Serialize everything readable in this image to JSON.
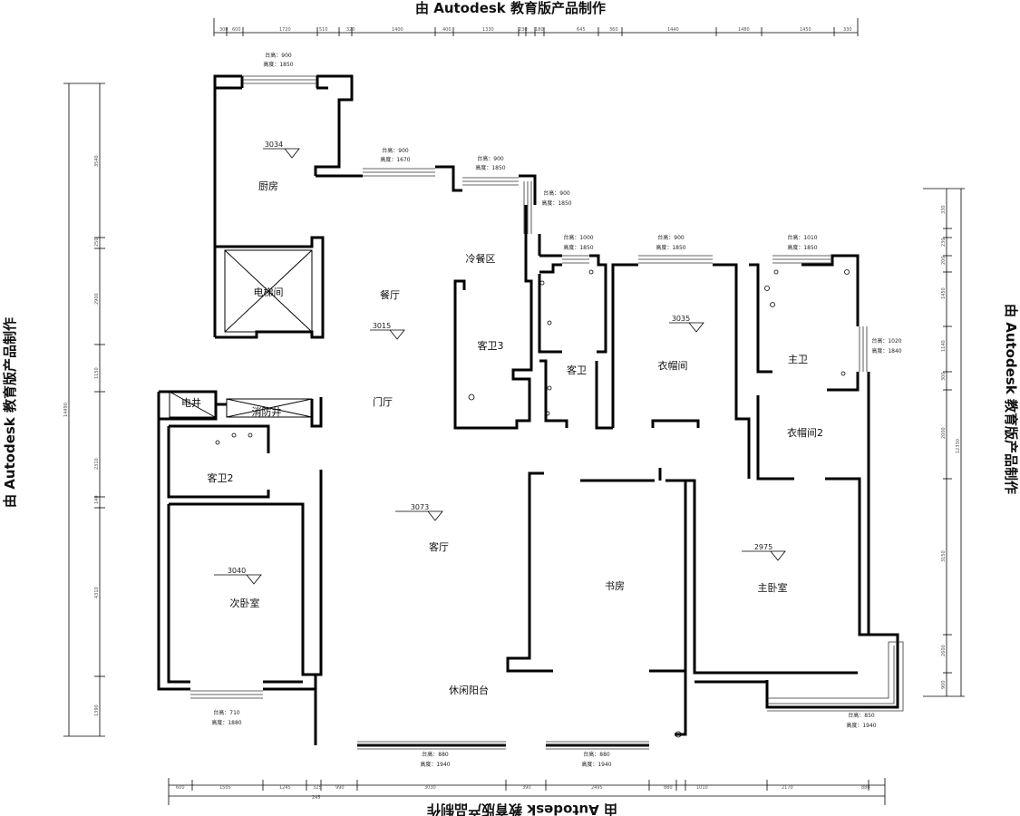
{
  "watermark": "由 Autodesk 教育版产品制作",
  "rooms": [
    {
      "label": "厨房"
    },
    {
      "label": "电梯间"
    },
    {
      "label": "餐厅"
    },
    {
      "label": "冷餐区"
    },
    {
      "label": "客卫3"
    },
    {
      "label": "客卫"
    },
    {
      "label": "衣帽间"
    },
    {
      "label": "主卫"
    },
    {
      "label": "衣帽间2"
    },
    {
      "label": "电井"
    },
    {
      "label": "消防井"
    },
    {
      "label": "门厅"
    },
    {
      "label": "客卫2"
    },
    {
      "label": "次卧室"
    },
    {
      "label": "客厅"
    },
    {
      "label": "书房"
    },
    {
      "label": "主卧室"
    },
    {
      "label": "休闲阳台"
    }
  ],
  "elevations": [
    "3034",
    "3015",
    "3035",
    "3073",
    "3040",
    "2975"
  ],
  "windows": [
    {
      "sill": "台高：900",
      "height": "高度：1850"
    },
    {
      "sill": "台高：900",
      "height": "高度：1670"
    },
    {
      "sill": "台高：900",
      "height": "高度：1850"
    },
    {
      "sill": "台高：900",
      "height": "高度：1850"
    },
    {
      "sill": "台高：1000",
      "height": "高度：1850"
    },
    {
      "sill": "台高：900",
      "height": "高度：1850"
    },
    {
      "sill": "台高：1010",
      "height": "高度：1850"
    },
    {
      "sill": "台高：1020",
      "height": "高度：1840"
    },
    {
      "sill": "台高：710",
      "height": "高度：1880"
    },
    {
      "sill": "台高：850",
      "height": "高度：1940"
    },
    {
      "sill": "台高：880",
      "height": "高度：1940"
    },
    {
      "sill": "台高：880",
      "height": "高度：1940"
    }
  ],
  "dimensions": {
    "top": [
      "300",
      "600",
      "1720",
      "510",
      "320",
      "1400",
      "400",
      "1330",
      "230",
      "180",
      "645",
      "360",
      "1440",
      "1480",
      "1450",
      "330"
    ],
    "bottom": [
      "600",
      "1505",
      "1245",
      "325",
      "990",
      "3030",
      "390",
      "2495",
      "880",
      "1010",
      "2170",
      "880"
    ],
    "left": [
      "3540",
      "250",
      "2900",
      "1150",
      "2310",
      "140",
      "4310",
      "1390",
      "14490"
    ],
    "right": [
      "330",
      "230",
      "200",
      "1450",
      "1140",
      "300",
      "2000",
      "3150",
      "2600",
      "900",
      "12330"
    ],
    "bottom_sub": "245"
  }
}
